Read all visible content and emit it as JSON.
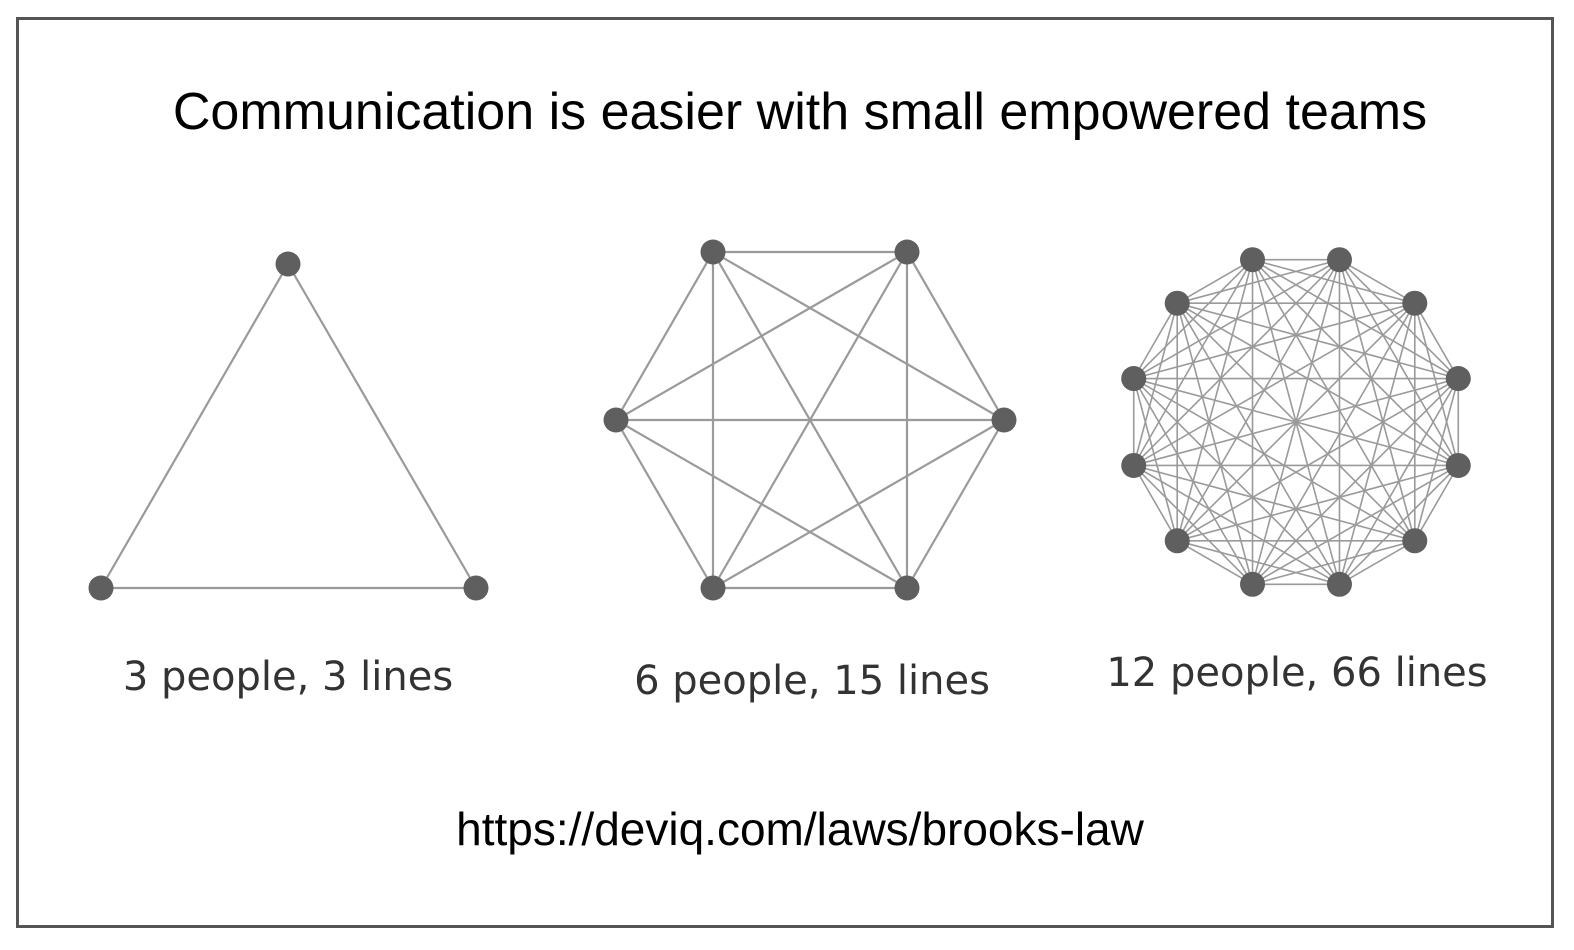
{
  "title": "Communication is easier with small empowered teams",
  "diagrams": [
    {
      "people": 3,
      "lines": 3,
      "label": "3 people, 3 lines"
    },
    {
      "people": 6,
      "lines": 15,
      "label": "6 people, 15 lines"
    },
    {
      "people": 12,
      "lines": 66,
      "label": "12 people, 66 lines"
    }
  ],
  "source_url": "https://deviq.com/laws/brooks-law",
  "colors": {
    "node": "#5f5f5f",
    "edge": "#9a9a9a",
    "border": "#555555"
  }
}
